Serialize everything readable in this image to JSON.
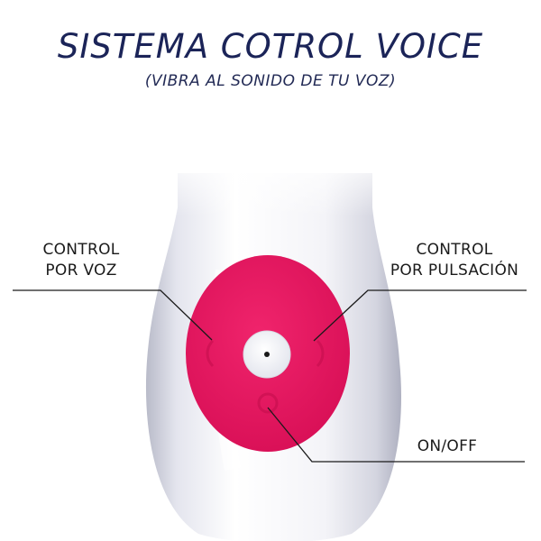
{
  "title": "SISTEMA COTROL VOICE",
  "subtitle": "(VIBRA AL SONIDO DE TU VOZ)",
  "labels": {
    "voice": {
      "line1": "CONTROL",
      "line2": "POR VOZ"
    },
    "pulse": {
      "line1": "CONTROL",
      "line2": "POR PULSACIÓN"
    },
    "onoff": "ON/OFF"
  },
  "colors": {
    "title": "#1b2458",
    "button_panel": "#e6145f",
    "device_body": "#f2f2f6",
    "callout_line": "#1a1a1a"
  }
}
